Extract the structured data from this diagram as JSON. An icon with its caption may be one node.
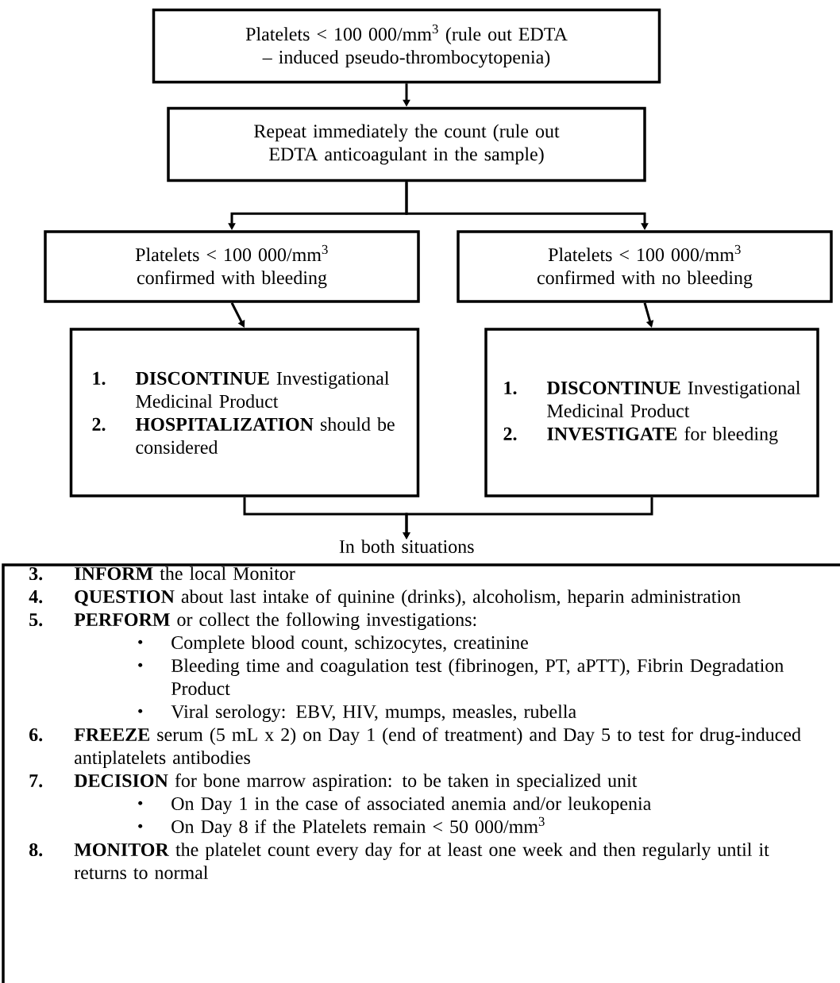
{
  "diagram": {
    "nodes": [
      {
        "text": [
          "Platelets < 100 000/mm$^{3}$ (rule out EDTA – induced pseudo-thrombocytopenia)"
        ]
      },
      {
        "text": [
          "Repeat immediately the count (rule out EDTA anticoagulant in the sample)"
        ]
      },
      {
        "text": [
          "Platelets  < 100 000/mm$^{3}$ confirmed with bleeding"
        ]
      },
      {
        "text": [
          "Platelets  < 100 000/mm$^{3}$ confirmed with no bleeding"
        ]
      },
      {
        "text": [
          "1.",
          "**DISCONTINUE** Investigational Medicinal Product",
          "2.",
          "**HOSPITALIZATION** should be considered"
        ]
      },
      {
        "text": [
          "1.",
          "**DISCONTINUE** Investigational Medicinal Product",
          "2.",
          "**INVESTIGATE** for bleeding"
        ]
      },
      {
        "text": [
          "In both situations",
          "3.",
          "**INFORM** the local Monitor",
          "4.",
          "**QUESTION** about last intake of quinine (drinks), alcoholism, heparin administration",
          "5.",
          "**PERFORM** or collect the following investigations:",
          "Complete blood count, schizocytes, creatinine",
          "Bleeding time and coagulation test (fibrinogen, PT, aPTT), Fibrin Degradation Product",
          "Viral serology: EBV, HIV, mumps, measles, rubella",
          "6.",
          "**FREEZE** serum (5 mL x 2) on Day 1 (end of treatment) and Day 5 to test for drug-induced antiplatelets antibodies",
          "7.",
          "**DECISION** for bone marrow aspiration: to be taken in specialized unit",
          "On Day 1 in the case of associated anemia and/or leukopenia",
          "On Day 8 if the Platelets remain < 50 000/mm$^{3}$",
          "8.",
          "**MONITOR** the platelet count every day for at least one week and then regularly until it returns to normal"
        ]
      }
    ],
    "edges": [
      {
        "from": 0,
        "to": 1,
        "arrow": "to"
      },
      {
        "from": 1,
        "to": 2,
        "arrow": "to"
      },
      {
        "from": 1,
        "to": 3,
        "arrow": "to"
      },
      {
        "from": 2,
        "to": 4,
        "arrow": "to"
      },
      {
        "from": 3,
        "to": 5,
        "arrow": "to"
      },
      {
        "from": 4,
        "to": 6,
        "arrow": "to"
      },
      {
        "from": 5,
        "to": 6,
        "arrow": "to"
      }
    ]
  }
}
